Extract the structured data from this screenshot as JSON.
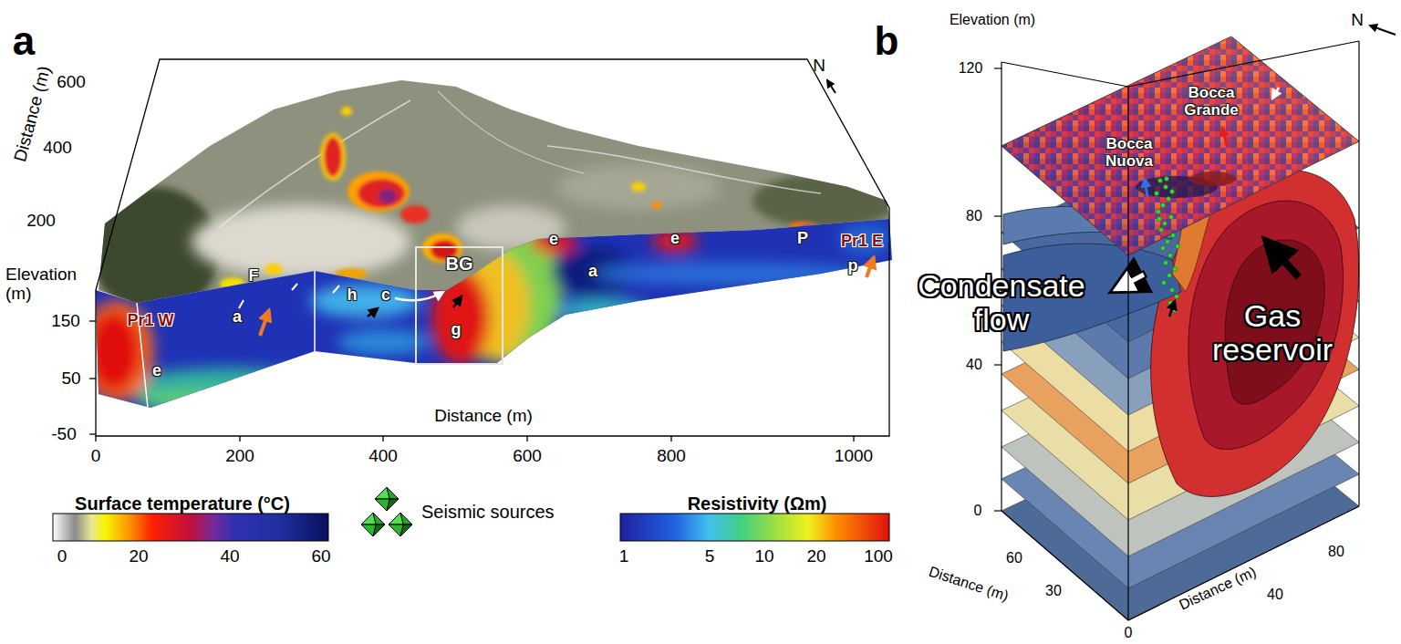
{
  "diagram": {
    "nodes": [
      {
        "text": [
          "BG"
        ]
      }
    ],
    "labels": [
      "a",
      "600",
      "400",
      "200",
      "Distance (m)",
      "N",
      "Elevation (m)",
      "150",
      "50",
      "-50",
      "Pr1 W",
      "F",
      "a",
      "h",
      "c",
      "g",
      "e",
      "e",
      "e",
      "a",
      "P",
      "Pr1 E",
      "p",
      "0",
      "200",
      "400",
      "600",
      "800",
      "1000",
      "Distance (m)",
      "Surface temperature (°C)",
      "0",
      "20",
      "40",
      "60",
      "Resistivity (Ωm)",
      "1",
      "5",
      "10",
      "20",
      "100",
      "b",
      "Elevation (m)",
      "120",
      "80",
      "40",
      "0",
      "N",
      "Bocca Grande",
      "Bocca Nuova",
      "Condensate flow",
      "Gas reservoir",
      "Distance (m)",
      "60",
      "30",
      "0",
      "Distance (m)",
      "80",
      "40"
    ],
    "legend": [
      {
        "text": "Seismic sources"
      }
    ]
  }
}
